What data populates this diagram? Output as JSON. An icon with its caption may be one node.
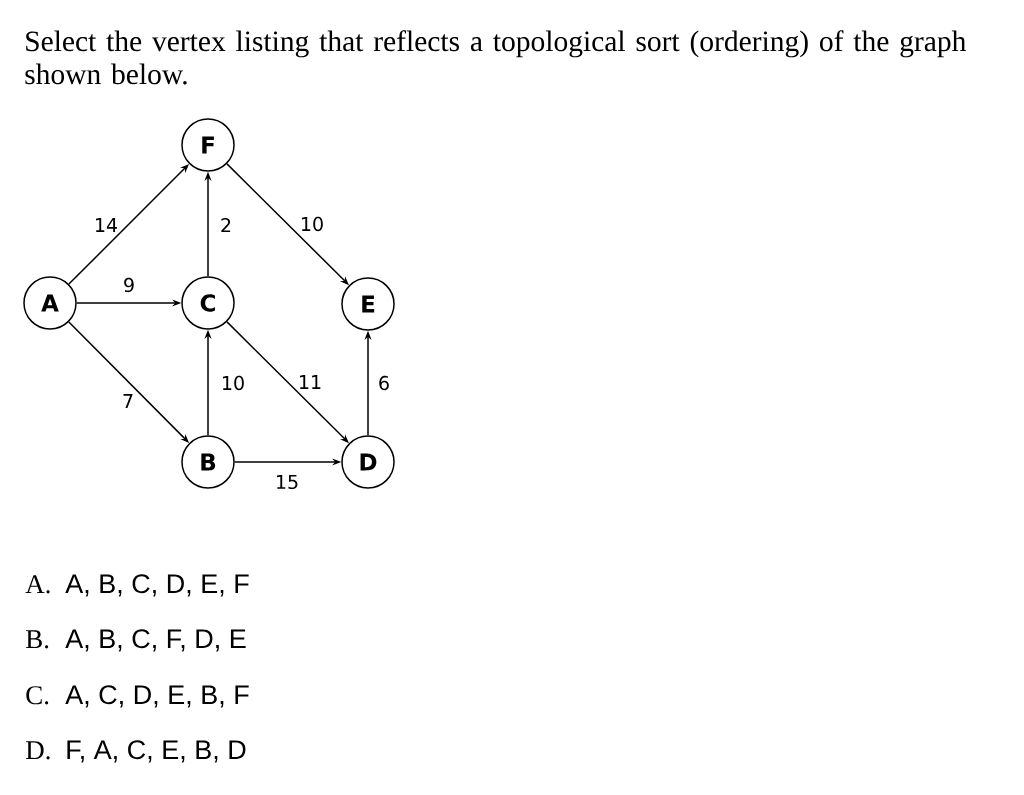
{
  "diagram": {
    "nodes": [
      {
        "text": [
          "F"
        ]
      },
      {
        "text": [
          "A"
        ]
      },
      {
        "text": [
          "C"
        ]
      },
      {
        "text": [
          "E"
        ]
      },
      {
        "text": [
          "B"
        ]
      },
      {
        "text": [
          "D"
        ]
      }
    ],
    "edges": [
      {
        "from": 1,
        "to": 0,
        "arrow": "to",
        "label": "14"
      },
      {
        "from": 1,
        "to": 2,
        "arrow": "to",
        "label": "9"
      },
      {
        "from": 1,
        "to": 4,
        "arrow": "to",
        "label": "7"
      },
      {
        "from": 2,
        "to": 0,
        "arrow": "to",
        "label": "2"
      },
      {
        "from": 0,
        "to": 3,
        "arrow": "to",
        "label": "10"
      },
      {
        "from": 4,
        "to": 2,
        "arrow": "to",
        "label": "10"
      },
      {
        "from": 2,
        "to": 5,
        "arrow": "to",
        "label": "11"
      },
      {
        "from": 5,
        "to": 3,
        "arrow": "to",
        "label": "6"
      },
      {
        "from": 4,
        "to": 5,
        "arrow": "to",
        "label": "15"
      }
    ],
    "labels": [
      "Select the vertex listing that reflects a topological sort (ordering) of the graph shown below.",
      "A.",
      "A, B, C, D, E, F",
      "B.",
      "A, B, C, F, D, E",
      "C.",
      "A, C, D, E, B, F",
      "D.",
      "F, A, C, E, B, D"
    ]
  }
}
